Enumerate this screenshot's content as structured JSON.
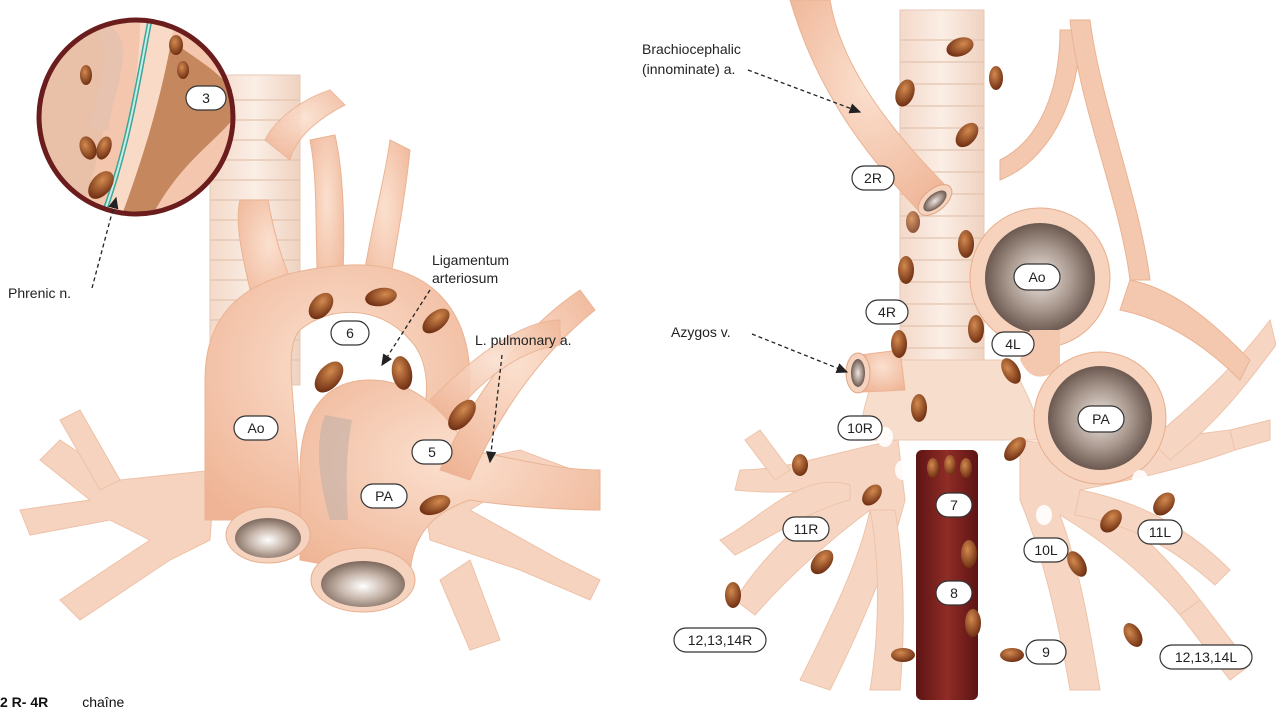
{
  "left_figure": {
    "labels": {
      "phrenic": "Phrenic n.",
      "ligamentum_line1": "Ligamentum",
      "ligamentum_line2": "arteriosum",
      "pulmonary": "L. pulmonary a.",
      "ao": "Ao",
      "pa": "PA"
    },
    "stations": {
      "s3": "3",
      "s6": "6",
      "s5": "5"
    }
  },
  "right_figure": {
    "labels": {
      "brachio_line1": "Brachiocephalic",
      "brachio_line2": "(innominate) a.",
      "azygos": "Azygos v.",
      "ao": "Ao",
      "pa": "PA"
    },
    "stations": {
      "s2R": "2R",
      "s4R": "4R",
      "s4L": "4L",
      "s10R": "10R",
      "s10L": "10L",
      "s11R": "11R",
      "s11L": "11L",
      "s7": "7",
      "s8": "8",
      "s9": "9",
      "s12R": "12,13,14R",
      "s12L": "12,13,14L"
    }
  },
  "caption": {
    "bold": "2 R- 4R",
    "text": "chaîne"
  },
  "colors": {
    "tissue": "#f4c3a8",
    "tissue_light": "#fbe3d3",
    "node": "#7a3414",
    "esophagus": "#7d1e1e",
    "rim": "#6b1c1c",
    "nerve": "#3aa79a"
  }
}
